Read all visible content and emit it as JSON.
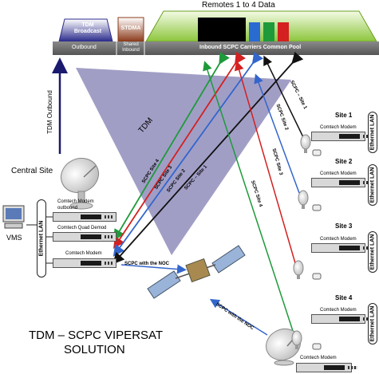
{
  "header": {
    "remotes_title": "Remotes 1 to 4 Data",
    "tdm_block": "TDM\nBroadcast",
    "stdma_block": "STDMA",
    "bar_outbound": "Outbound",
    "bar_shared_inbound": "Shared\nInbound",
    "bar_inbound_pool": "Inbound SCPC Carriers Common Pool"
  },
  "labels": {
    "tdm_outbound": "TDM Outbound",
    "tdm_beam": "TDM",
    "central_site": "Central Site",
    "vms": "VMS",
    "scpc_noc_1": "SCPC with the NOC",
    "scpc_noc_2": "SCPC with the NOC",
    "solution_line1": "TDM – SCPC VIPERSAT",
    "solution_line2": "SOLUTION"
  },
  "central": {
    "lan": "Ethernet LAN",
    "modem_outbound": "Comtech Modem\noutbound",
    "quad_demod": "Comtech Quad Demod",
    "modem": "Comtech Modem"
  },
  "scpc_links": [
    {
      "label": "SCPC Site 4",
      "color": "#1f9a3a"
    },
    {
      "label": "SCPC Site 3",
      "color": "#d42020"
    },
    {
      "label": "SCPC Site 2",
      "color": "#3366cc"
    },
    {
      "label": "SCPC – Site 1",
      "color": "#111111"
    }
  ],
  "remote_links": [
    {
      "label": "SCPC – Site 1"
    },
    {
      "label": "SCPC Site 2"
    },
    {
      "label": "SCPC Site 3"
    },
    {
      "label": "SCPC Site 4"
    }
  ],
  "sites": [
    {
      "name": "Site 1",
      "modem": "Comtech Modem",
      "lan": "Ethernet LAN"
    },
    {
      "name": "Site 2",
      "modem": "Comtech Modem",
      "lan": "Ethernet LAN"
    },
    {
      "name": "Site 3",
      "modem": "Comtech Modem",
      "lan": "Ethernet LAN"
    },
    {
      "name": "Site 4",
      "modem": "Comtech Modem",
      "lan": "Ethernet LAN"
    }
  ],
  "noc_modem": "Comtech Modem",
  "colors": {
    "tdm_blue": "#2a2a8c",
    "stdma_brown": "#8b3a1a",
    "pool_green": "#9ccc3c",
    "bar_gray": "#6b6b6b",
    "beam_purple": "#8a86b8"
  }
}
